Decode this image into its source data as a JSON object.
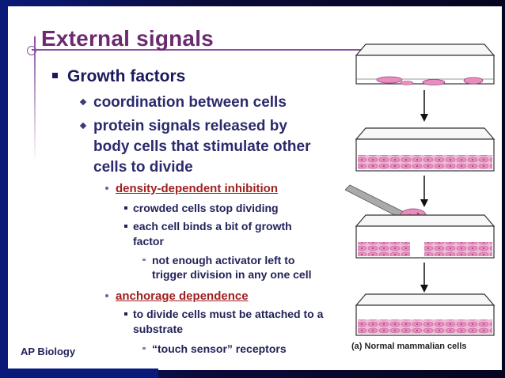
{
  "slide": {
    "title": "External signals",
    "growth_factors": "Growth factors",
    "coordination": "coordination between cells",
    "protein_signals": [
      "protein signals released by",
      "body cells that stimulate other",
      "cells to divide"
    ],
    "density_heading": "density-dependent inhibition",
    "crowded": "crowded cells stop dividing",
    "each_cell": [
      "each cell binds a bit of growth",
      "factor"
    ],
    "not_enough": [
      "not enough activator left to",
      "trigger division in any one cell"
    ],
    "anchorage_heading": "anchorage dependence",
    "to_divide": [
      "to divide cells must be attached to a",
      "substrate"
    ],
    "touch_sensor": "“touch sensor” receptors",
    "footer": "AP Biology",
    "caption": "(a) Normal mammalian cells"
  },
  "colors": {
    "title": "#6b2b6e",
    "text": "#1a1a5c",
    "highlight": "#a02020",
    "cells": "#e8a0c8"
  },
  "icons": [
    "culture-dish-icon",
    "arrow-down-icon",
    "scalpel-icon"
  ]
}
